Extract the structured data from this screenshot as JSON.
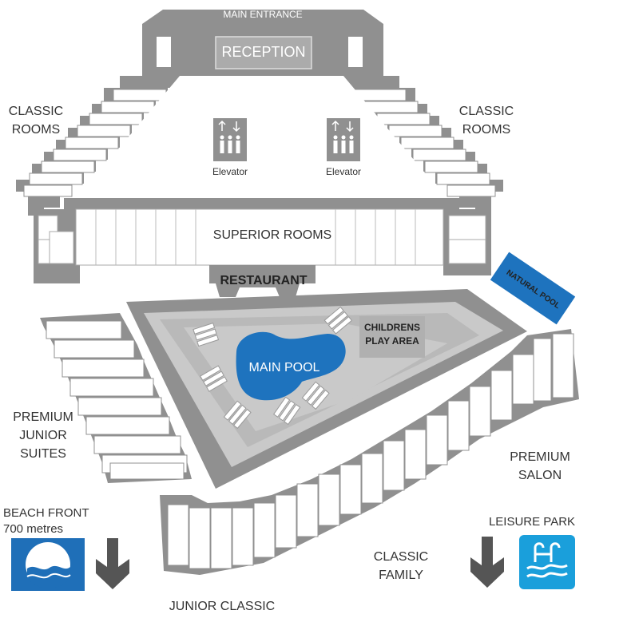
{
  "labels": {
    "main_entrance": "MAIN ENTRANCE",
    "reception": "RECEPTION",
    "classic_rooms_left": [
      "CLASSIC",
      "ROOMS"
    ],
    "classic_rooms_right": [
      "CLASSIC",
      "ROOMS"
    ],
    "elevator_left": "Elevator",
    "elevator_right": "Elevator",
    "superior_rooms": "SUPERIOR ROOMS",
    "restaurant": "RESTAURANT",
    "natural_pool": "NATURAL POOL",
    "childrens_play_area": [
      "CHILDRENS",
      "PLAY AREA"
    ],
    "main_pool": "MAIN POOL",
    "premium_junior_suites": [
      "PREMIUM",
      "JUNIOR",
      "SUITES"
    ],
    "premium_salon": [
      "PREMIUM",
      "SALON"
    ],
    "beach_front": [
      "BEACH FRONT",
      "700 metres"
    ],
    "leisure_park": "LEISURE PARK",
    "classic_family": [
      "CLASSIC",
      "FAMILY"
    ],
    "junior_classic": "JUNIOR CLASSIC"
  },
  "icons": {
    "beach": "blue-flag-beach-icon",
    "leisure": "pool-ladder-icon",
    "elevator": "elevator-icon",
    "arrow": "arrow-down-icon"
  },
  "colors": {
    "building": "#909090",
    "building_light": "#b9b9b9",
    "room": "#ffffff",
    "courtyard": "#c9c9c9",
    "pool": "#1e73be",
    "beach_icon_bg": "#1f6fb8",
    "leisure_icon_bg": "#1a9fdb",
    "arrow": "#555555",
    "text": "#333333"
  }
}
